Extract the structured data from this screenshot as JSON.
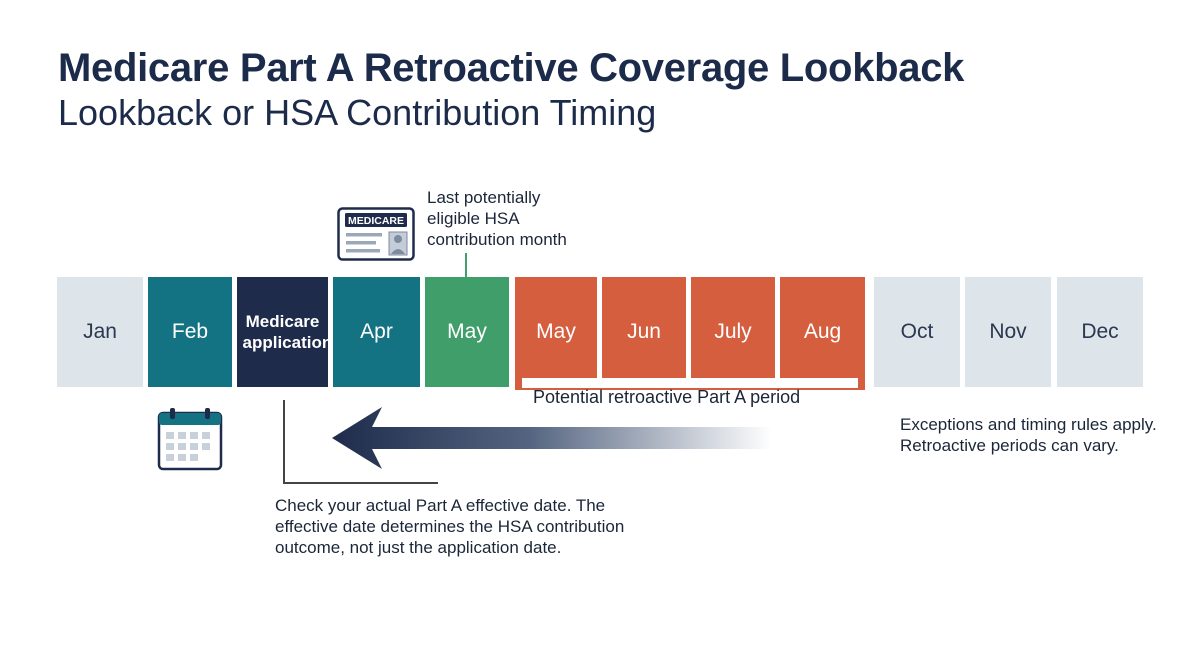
{
  "title": "Medicare Part A Retroactive Coverage Lookback",
  "subtitle_part1": "Lookback",
  "subtitle_part2": " or HSA Contribution Timing",
  "card_label": "MEDICARE",
  "months": [
    {
      "label": "Jan",
      "style": "grey"
    },
    {
      "label": "Feb",
      "style": "teal"
    },
    {
      "label": "Medicare application",
      "style": "navy"
    },
    {
      "label": "Apr",
      "style": "teal"
    },
    {
      "label": "May",
      "style": "green"
    },
    {
      "label": "May",
      "style": "orange"
    },
    {
      "label": "Jun",
      "style": "orange"
    },
    {
      "label": "July",
      "style": "orange"
    },
    {
      "label": "Aug",
      "style": "orange"
    },
    {
      "label": "Oct",
      "style": "grey"
    },
    {
      "label": "Nov",
      "style": "grey"
    },
    {
      "label": "Dec",
      "style": "grey"
    }
  ],
  "last_eligible_note": [
    "Last potentially",
    "eligible HSA",
    "contribution month"
  ],
  "retro_period_label": "Potential retroactive Part A period",
  "exceptions_note": [
    "Exceptions and timing rules apply.",
    "Retroactive periods can vary."
  ],
  "check_note": [
    "Check your actual Part A effective date. The",
    "effective date determines the HSA contribution",
    "outcome, not just the application date."
  ],
  "colors": {
    "navy": "#1e2b4b",
    "teal": "#147383",
    "green": "#3f9e6a",
    "orange": "#d55e3e",
    "grey": "#dde4ea"
  }
}
